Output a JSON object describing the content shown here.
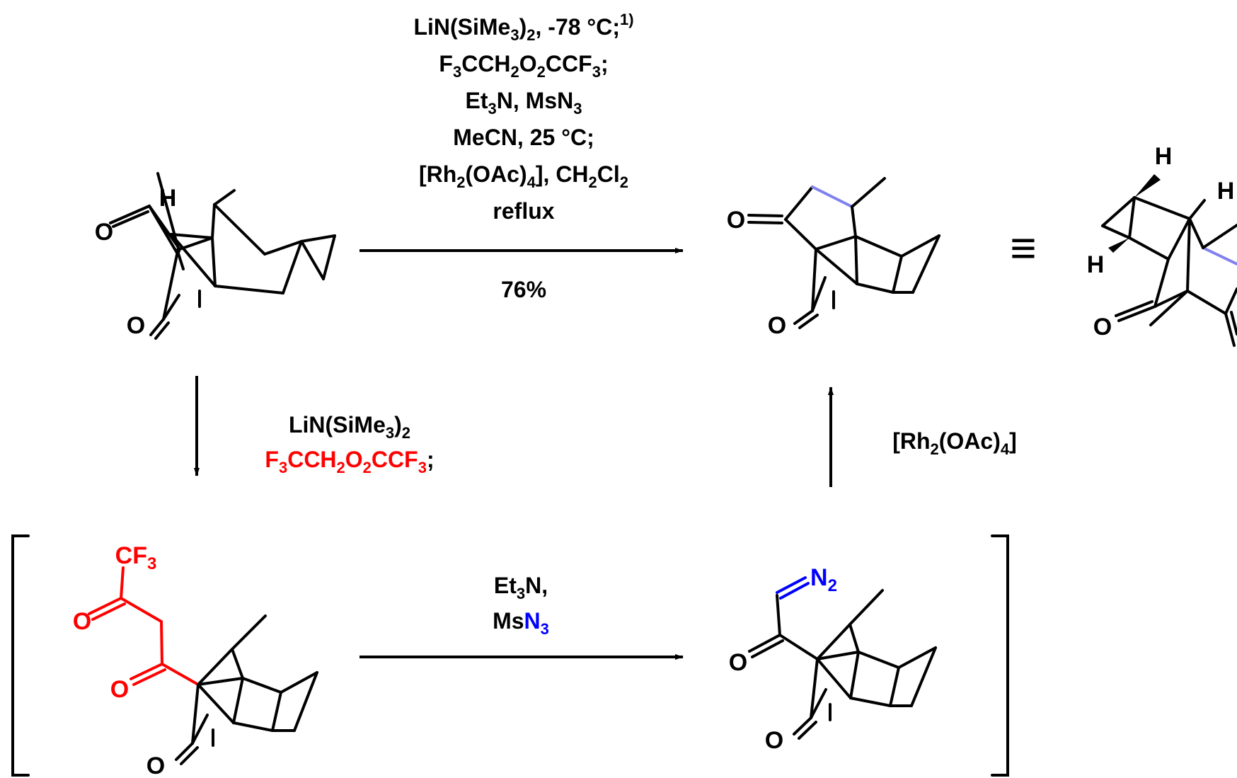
{
  "colors": {
    "ink": "#000000",
    "highlight_red": "#ff0000",
    "azide_blue": "#0000ff",
    "new_bond_blue": "#8080f0",
    "background": "#ffffff"
  },
  "atoms": {
    "O": "O",
    "H": "H",
    "CF": "CF",
    "N": "N",
    "sub3": "3",
    "sub2": "2"
  },
  "top_reaction": {
    "line1": {
      "a": "LiN(SiMe",
      "s1": "3",
      "b": ")",
      "s2": "2",
      "c": ", -78 °C;",
      "sup": "1)"
    },
    "line2": {
      "a": "F",
      "s1": "3",
      "b": "CCH",
      "s2": "2",
      "c": "O",
      "s3": "2",
      "d": "CCF",
      "s4": "3",
      "e": ";"
    },
    "line3": {
      "a": "Et",
      "s1": "3",
      "b": "N, MsN",
      "s2": "3"
    },
    "line4": "MeCN, 25 °C;",
    "line5": {
      "a": "[Rh",
      "s1": "2",
      "b": "(OAc)",
      "s2": "4",
      "c": "], CH",
      "s3": "2",
      "d": "Cl",
      "s4": "2"
    },
    "line6": "reflux",
    "yield": "76%"
  },
  "step_down": {
    "line1": {
      "a": "LiN(SiMe",
      "s1": "3",
      "b": ")",
      "s2": "2"
    },
    "line2": {
      "a": "F",
      "s1": "3",
      "b": "CCH",
      "s2": "2",
      "c": "O",
      "s3": "2",
      "d": "CCF",
      "s4": "3",
      "e": ";"
    }
  },
  "step_mid": {
    "line1": {
      "a": "Et",
      "s1": "3",
      "b": "N,"
    },
    "line2": {
      "a": "Ms",
      "b": "N",
      "s1": "3"
    }
  },
  "step_up": {
    "line1": {
      "a": "[Rh",
      "s1": "2",
      "b": "(OAc)",
      "s2": "4",
      "c": "]"
    }
  },
  "equivalence": "≡"
}
